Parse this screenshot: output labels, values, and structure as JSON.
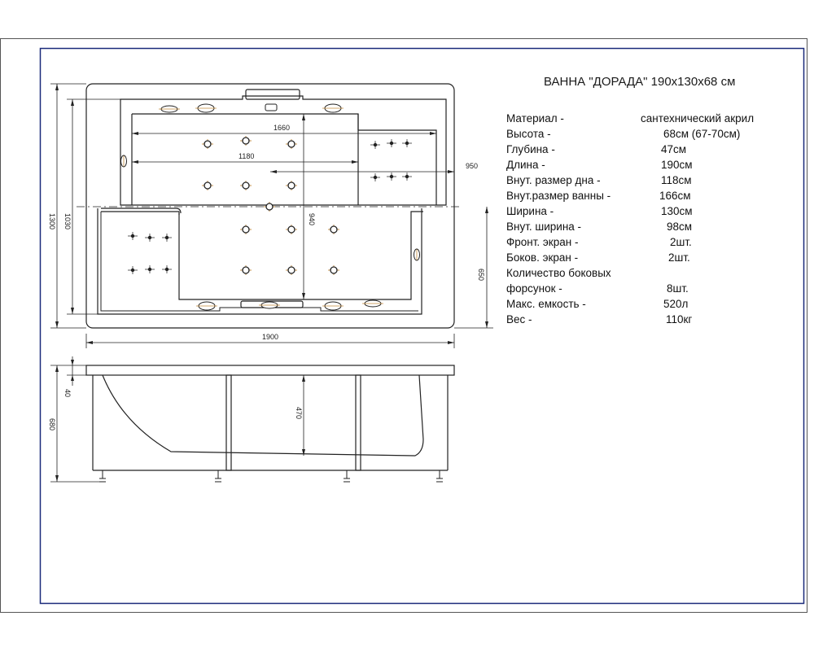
{
  "title": "ВАННА \"ДОРАДА\" 190x130x68 см",
  "specs": [
    {
      "label": "Материал  -",
      "value": "сантехнический акрил",
      "offset": 165
    },
    {
      "label": "Высота    -",
      "value": "68см (67-70см)",
      "offset": 193
    },
    {
      "label": "Глубина   -",
      "value": "47см",
      "offset": 190
    },
    {
      "label": "Длина     -",
      "value": "190см",
      "offset": 190
    },
    {
      "label": "Внут. размер дна -",
      "value": "118см",
      "offset": 190
    },
    {
      "label": "Внут.размер ванны -",
      "value": "166см",
      "offset": 188
    },
    {
      "label": "Ширина   -",
      "value": "130см",
      "offset": 190
    },
    {
      "label": "Внут. ширина -",
      "value": "98см",
      "offset": 197
    },
    {
      "label": "Фронт. экран -",
      "value": "2шт.",
      "offset": 201
    },
    {
      "label": "Боков. экран -",
      "value": "2шт.",
      "offset": 199
    },
    {
      "label": "Количество боковых",
      "value": "",
      "offset": 0
    },
    {
      "label": "форсунок  -",
      "value": "8шт.",
      "offset": 197
    },
    {
      "label": "Макс. емкость -",
      "value": "520л",
      "offset": 193
    },
    {
      "label": "Вес    -",
      "value": "110кг",
      "offset": 196
    }
  ],
  "dimensions": {
    "d1660": "1660",
    "d1180": "1180",
    "d950": "950",
    "d940": "940",
    "d1300": "1300",
    "d1030": "1030",
    "d650": "650",
    "d1900": "1900",
    "d40": "40",
    "d680": "680",
    "d470": "470"
  },
  "colors": {
    "frame": "#1a2a7a",
    "line": "#222222",
    "jet": "#c28a3a"
  }
}
